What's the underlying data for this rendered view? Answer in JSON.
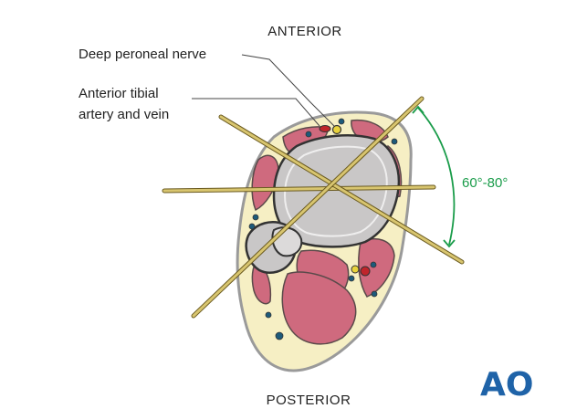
{
  "orientation": {
    "top": "ANTERIOR",
    "bottom": "POSTERIOR"
  },
  "callouts": {
    "nerve": "Deep peroneal nerve",
    "artery_line1": "Anterior tibial",
    "artery_line2": "artery and vein"
  },
  "angle_label": "60°-80°",
  "logo": "AO",
  "colors": {
    "skin_fill": "#f6efc4",
    "skin_stroke": "#9a9a9a",
    "muscle": "#cf6a7e",
    "bone": "#c9c7c7",
    "wire": "#d8c56f",
    "angle": "#1a9c4a",
    "logo": "#1f63a8"
  }
}
